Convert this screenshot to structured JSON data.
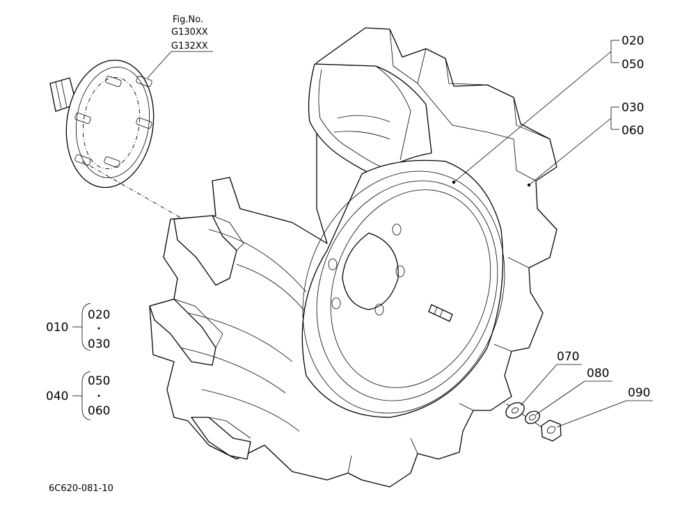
{
  "figure": {
    "fig_no_label": "Fig.No.",
    "fig_codes": [
      "G130XX",
      "G132XX"
    ],
    "drawing_code": "6C620-081-10"
  },
  "callouts": {
    "c020": "020",
    "c050": "050",
    "c030": "030",
    "c060": "060",
    "c070": "070",
    "c080": "080",
    "c090": "090"
  },
  "groups": [
    {
      "parent": "010",
      "children": [
        "020",
        "030"
      ]
    },
    {
      "parent": "040",
      "children": [
        "050",
        "060"
      ]
    }
  ]
}
